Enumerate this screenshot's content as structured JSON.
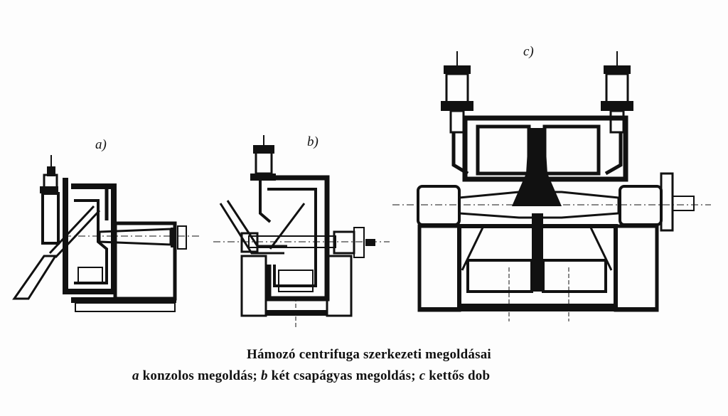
{
  "labels": {
    "a": "a)",
    "b": "b)",
    "c": "c)"
  },
  "caption": {
    "title": "Hámozó centrifuga szerkezeti megoldásai",
    "a_letter": "a",
    "a_text": " konzolos megoldás; ",
    "b_letter": "b",
    "b_text": " két csapágyas megoldás; ",
    "c_letter": "c",
    "c_text": " kettős dob"
  },
  "colors": {
    "ink": "#111111",
    "paper": "#fdfdfd"
  }
}
